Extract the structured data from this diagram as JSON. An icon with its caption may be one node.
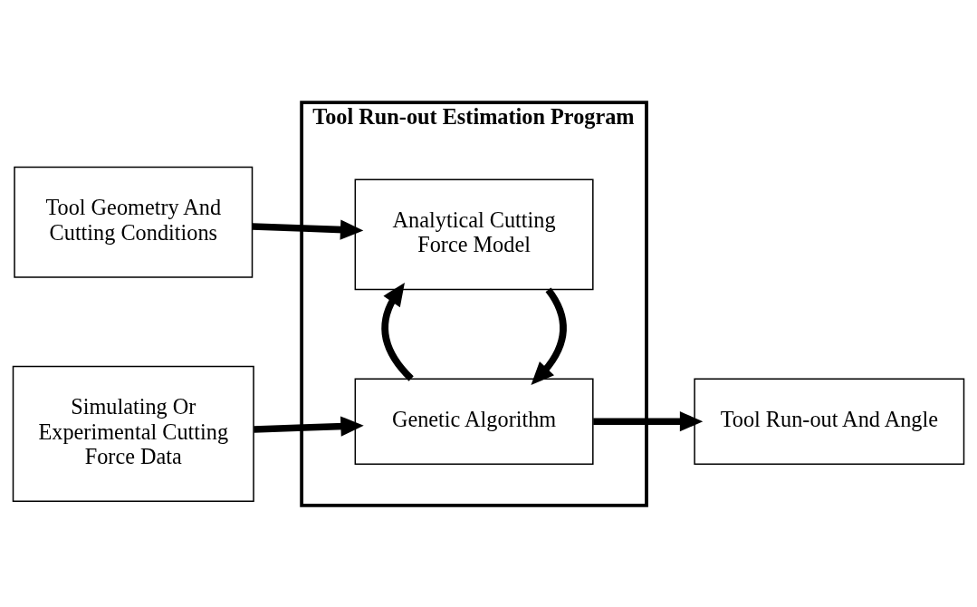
{
  "diagram": {
    "nodes": [
      {
        "text": [
          "Tool Run-out Estimation Program"
        ]
      },
      {
        "text": [
          "Tool Geometry And Cutting Conditions"
        ]
      },
      {
        "text": [
          "Analytical Cutting Force Model"
        ],
        "in": 0
      },
      {
        "text": [
          "Simulating Or Experimental Cutting Force Data"
        ]
      },
      {
        "text": [
          "Genetic Algorithm"
        ],
        "in": 0
      },
      {
        "text": [
          "Tool Run-out And Angle"
        ]
      }
    ],
    "edges": [
      {
        "from": 1,
        "to": 2,
        "arrow": "to"
      },
      {
        "from": 2,
        "to": 4,
        "arrow": "to"
      },
      {
        "from": 4,
        "to": 2,
        "arrow": "to"
      },
      {
        "from": 3,
        "to": 4,
        "arrow": "to"
      },
      {
        "from": 4,
        "to": 5,
        "arrow": "to"
      }
    ]
  }
}
